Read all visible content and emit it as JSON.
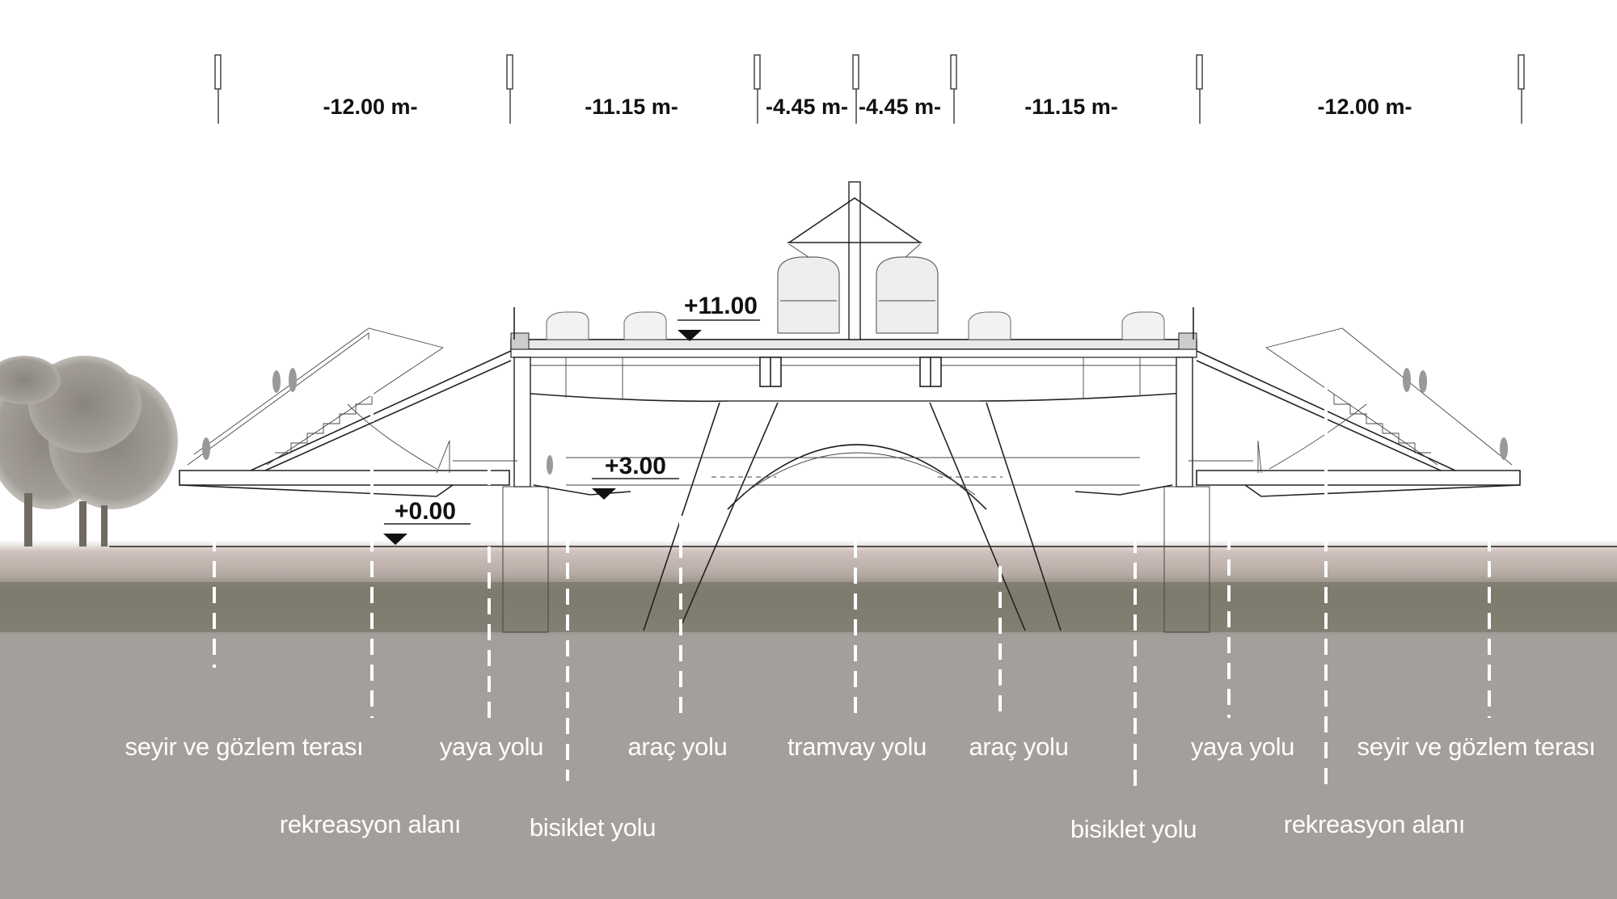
{
  "dimensions": [
    "-12.00 m-",
    "-11.15 m-",
    "-4.45 m-",
    "-4.45 m-",
    "-11.15 m-",
    "-12.00 m-"
  ],
  "elevations": {
    "deck": "+11.00",
    "lower_deck": "+3.00",
    "ground": "+0.00"
  },
  "labels": {
    "seyir_left": "seyir ve gözlem terası",
    "rekreasyon_left": "rekreasyon alanı",
    "yaya_left": "yaya yolu",
    "bisiklet_left": "bisiklet yolu",
    "arac_left": "araç yolu",
    "tramvay": "tramvay yolu",
    "arac_right": "araç yolu",
    "bisiklet_right": "bisiklet yolu",
    "yaya_right": "yaya yolu",
    "rekreasyon_right": "rekreasyon alanı",
    "seyir_right": "seyir ve gözlem terası"
  },
  "colors": {
    "ground_band": "#8a8378",
    "ground_lower": "#a39f9b",
    "sky": "#ffffff",
    "tree": "#8c8780"
  }
}
